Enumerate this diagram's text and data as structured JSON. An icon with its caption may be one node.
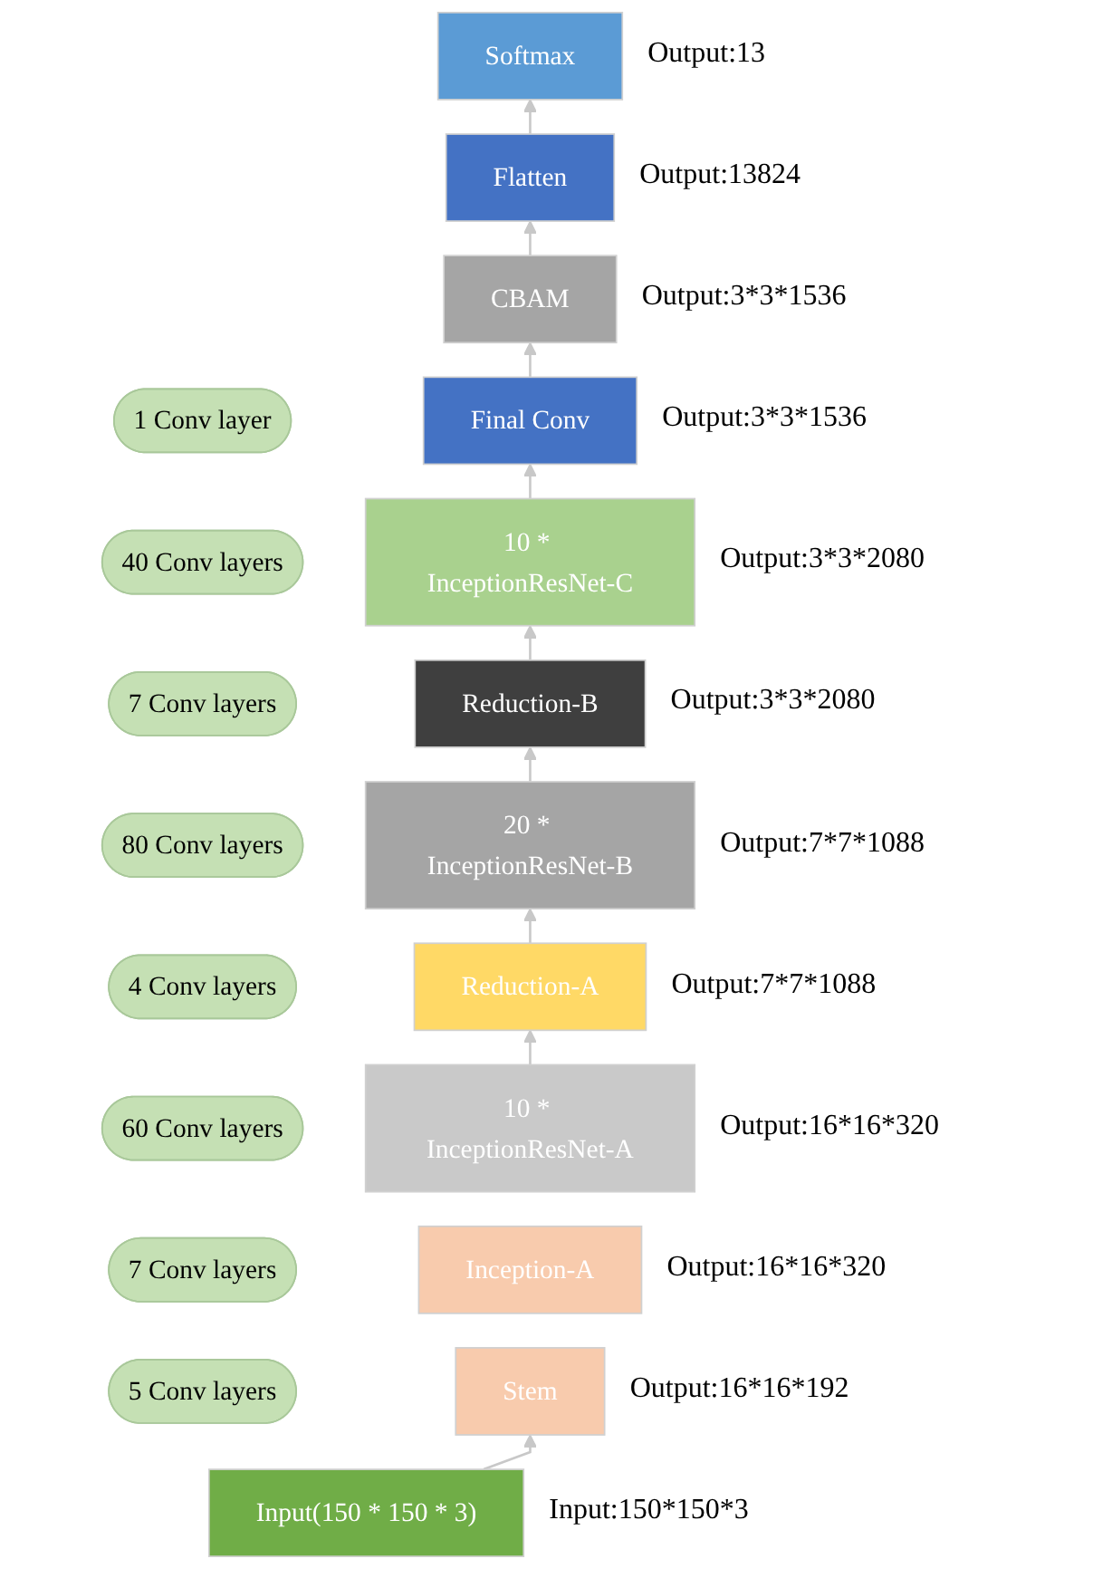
{
  "diagram": {
    "nodes": [
      {
        "text": [
          "Softmax"
        ],
        "beside": [
          "Output:13"
        ]
      },
      {
        "text": [
          "Flatten"
        ],
        "beside": [
          "Output:13824"
        ]
      },
      {
        "text": [
          "CBAM"
        ],
        "beside": [
          "Output:3*3*1536"
        ]
      },
      {
        "text": [
          "1 Conv layer"
        ]
      },
      {
        "text": [
          "Final Conv"
        ],
        "beside": [
          "Output:3*3*1536"
        ]
      },
      {
        "text": [
          "40 Conv layers"
        ]
      },
      {
        "text": [
          "10 * InceptionResNet-C"
        ],
        "beside": [
          "Output:3*3*2080"
        ]
      },
      {
        "text": [
          "7 Conv layers"
        ]
      },
      {
        "text": [
          "Reduction-B"
        ],
        "beside": [
          "Output:3*3*2080"
        ]
      },
      {
        "text": [
          "80 Conv layers"
        ]
      },
      {
        "text": [
          "20 * InceptionResNet-B"
        ],
        "beside": [
          "Output:7*7*1088"
        ]
      },
      {
        "text": [
          "4 Conv layers"
        ]
      },
      {
        "text": [
          "Reduction-A"
        ],
        "beside": [
          "Output:7*7*1088"
        ]
      },
      {
        "text": [
          "60 Conv layers"
        ]
      },
      {
        "text": [
          "10 * InceptionResNet-A"
        ],
        "beside": [
          "Output:16*16*320"
        ]
      },
      {
        "text": [
          "7 Conv layers"
        ]
      },
      {
        "text": [
          "Inception-A"
        ],
        "beside": [
          "Output:16*16*320"
        ]
      },
      {
        "text": [
          "5 Conv layers"
        ]
      },
      {
        "text": [
          "Stem"
        ],
        "beside": [
          "Output:16*16*192"
        ]
      },
      {
        "text": [
          "Input(150 * 150 * 3)"
        ],
        "beside": [
          "Input:150*150*3"
        ]
      }
    ],
    "edges": [
      {
        "from": 19,
        "to": 18,
        "arrow": "to"
      },
      {
        "from": 14,
        "to": 12,
        "arrow": "to"
      },
      {
        "from": 12,
        "to": 10,
        "arrow": "to"
      },
      {
        "from": 10,
        "to": 8,
        "arrow": "to"
      },
      {
        "from": 8,
        "to": 6,
        "arrow": "to"
      },
      {
        "from": 6,
        "to": 4,
        "arrow": "to"
      },
      {
        "from": 4,
        "to": 2,
        "arrow": "to"
      },
      {
        "from": 2,
        "to": 1,
        "arrow": "to"
      },
      {
        "from": 1,
        "to": 0,
        "arrow": "to"
      }
    ]
  }
}
